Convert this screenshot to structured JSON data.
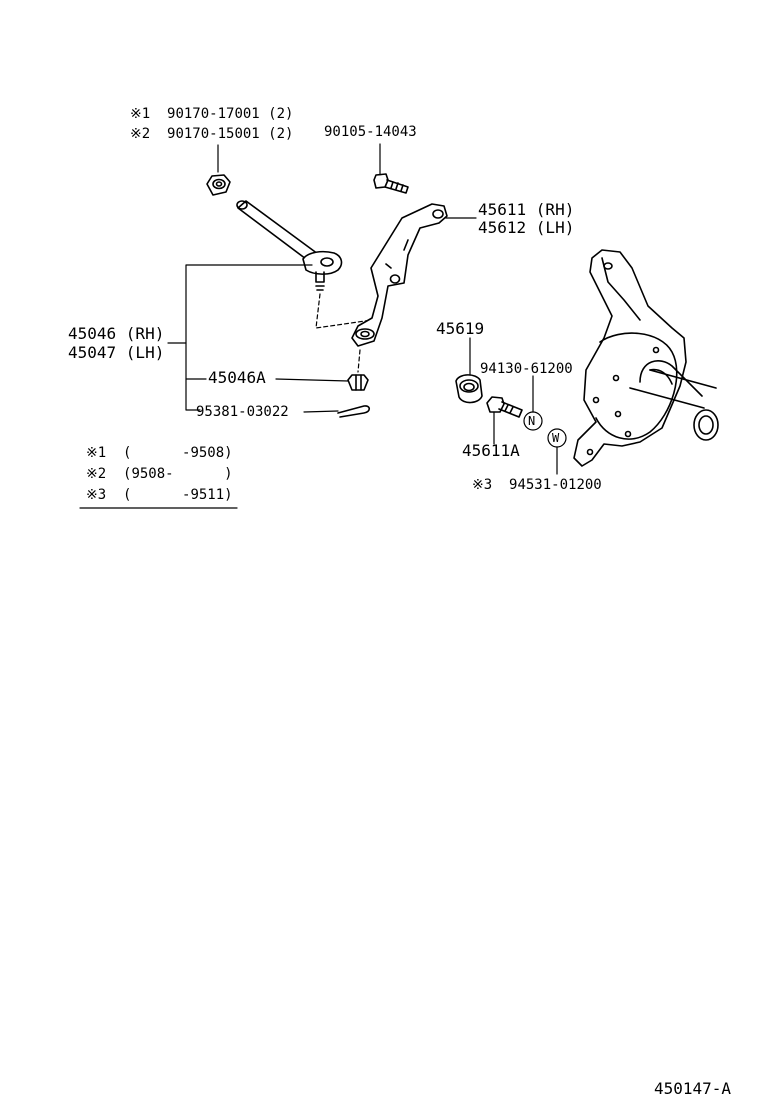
{
  "diagram": {
    "labels": {
      "p1": "※1  90170-17001 (2)",
      "p2": "※2  90170-15001 (2)",
      "p3": "90105-14043",
      "p4": "45611 (RH)",
      "p5": "45612 (LH)",
      "p6": "45046 (RH)",
      "p7": "45047 (LH)",
      "p8": "45046A",
      "p9": "95381-03022",
      "p10": "45619",
      "p11": "94130-61200",
      "p12": "45611A",
      "p13": "※3  94531-01200"
    },
    "legend": [
      "※1  (      -9508)",
      "※2  (9508-      )",
      "※3  (      -9511)"
    ],
    "markers": {
      "n": "N",
      "w": "W"
    },
    "ref": "450147-A"
  }
}
